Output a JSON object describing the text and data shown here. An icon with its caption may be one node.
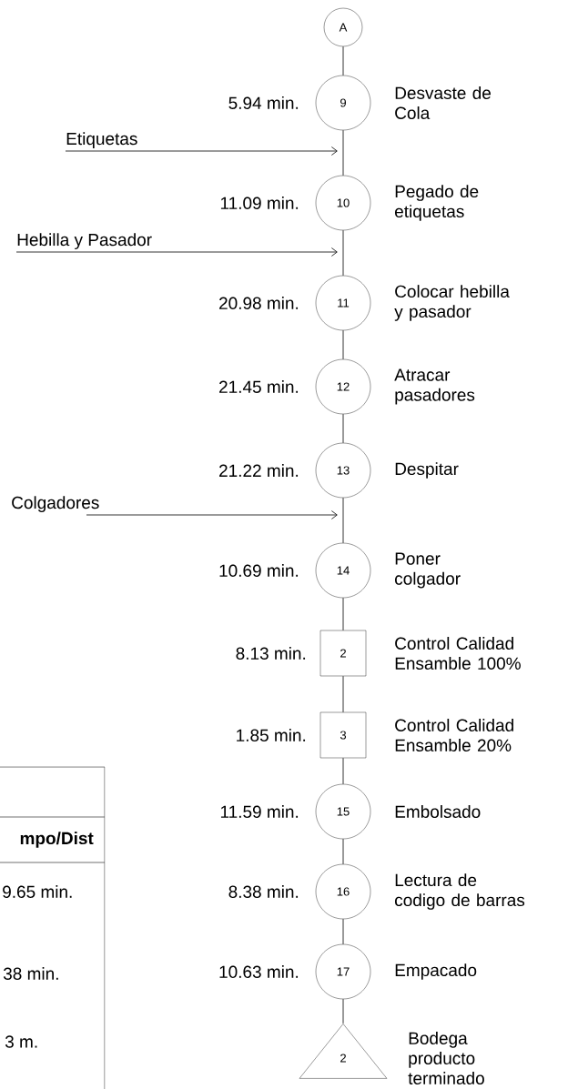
{
  "diagram": {
    "nodes": [
      {
        "text": [
          "A"
        ]
      },
      {
        "text": [
          "9"
        ],
        "beside": [
          "5.94 min.",
          "Desvaste de Cola"
        ]
      },
      {
        "text": [
          "Etiquetas"
        ]
      },
      {
        "text": [
          "10"
        ],
        "beside": [
          "11.09 min.",
          "Pegado de etiquetas"
        ]
      },
      {
        "text": [
          "Hebilla y Pasador"
        ]
      },
      {
        "text": [
          "11"
        ],
        "beside": [
          "20.98 min.",
          "Colocar hebilla y pasador"
        ]
      },
      {
        "text": [
          "12"
        ],
        "beside": [
          "21.45 min.",
          "Atracar pasadores"
        ]
      },
      {
        "text": [
          "13"
        ],
        "beside": [
          "21.22 min.",
          "Despitar"
        ]
      },
      {
        "text": [
          "Colgadores"
        ]
      },
      {
        "text": [
          "14"
        ],
        "beside": [
          "10.69 min.",
          "Poner colgador"
        ]
      },
      {
        "text": [
          "2"
        ],
        "beside": [
          "8.13 min.",
          "Control Calidad Ensamble 100%"
        ]
      },
      {
        "text": [
          "3"
        ],
        "beside": [
          "1.85 min.",
          "Control Calidad Ensamble 20%"
        ]
      },
      {
        "text": [
          "15"
        ],
        "beside": [
          "11.59 min.",
          "Embolsado"
        ]
      },
      {
        "text": [
          "16"
        ],
        "beside": [
          "8.38 min.",
          "Lectura de codigo de barras"
        ]
      },
      {
        "text": [
          "17"
        ],
        "beside": [
          "10.63 min.",
          "Empacado"
        ]
      },
      {
        "text": [
          "2"
        ],
        "beside": [
          "Bodega producto terminado"
        ]
      }
    ],
    "edges": [
      {
        "from": 0,
        "to": 1,
        "arrow": "none"
      },
      {
        "from": 2,
        "to": null,
        "arrow": "to"
      },
      {
        "from": 1,
        "to": 3,
        "arrow": "none"
      },
      {
        "from": 4,
        "to": null,
        "arrow": "to"
      },
      {
        "from": 3,
        "to": 5,
        "arrow": "none"
      },
      {
        "from": 5,
        "to": 6,
        "arrow": "none"
      },
      {
        "from": 6,
        "to": 7,
        "arrow": "none"
      },
      {
        "from": 8,
        "to": null,
        "arrow": "to"
      },
      {
        "from": 7,
        "to": 9,
        "arrow": "none"
      },
      {
        "from": 9,
        "to": 10,
        "arrow": "none"
      },
      {
        "from": 10,
        "to": 11,
        "arrow": "none"
      },
      {
        "from": 11,
        "to": 12,
        "arrow": "none"
      },
      {
        "from": 12,
        "to": 13,
        "arrow": "none"
      },
      {
        "from": 13,
        "to": 14,
        "arrow": "none"
      },
      {
        "from": 14,
        "to": 15,
        "arrow": "none"
      }
    ],
    "labels": [
      "mpo/Dist",
      "9.65 min.",
      "38 min.",
      "3 m."
    ]
  }
}
